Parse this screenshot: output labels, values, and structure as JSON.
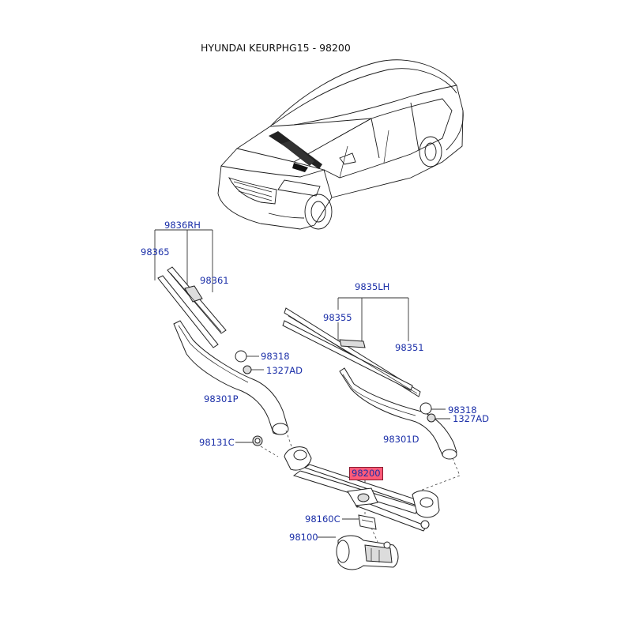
{
  "title": "HYUNDAI KEURPHG15 - 98200",
  "highlight_color": "#ff5a78",
  "label_color": "#1b2fa8",
  "labels": {
    "rh_blade": "9836RH",
    "rh_refill": "98365",
    "rh_insert": "98361",
    "lh_blade": "9835LH",
    "lh_refill": "98355",
    "lh_insert": "98351",
    "cap_left": "98318",
    "nut_left": "1327AD",
    "arm_rh": "98301P",
    "arm_lh": "98301D",
    "cap_right": "98318",
    "nut_right": "1327AD",
    "pivot_cap": "98131C",
    "linkage": "98200",
    "bracket": "98160C",
    "motor": "98100"
  }
}
